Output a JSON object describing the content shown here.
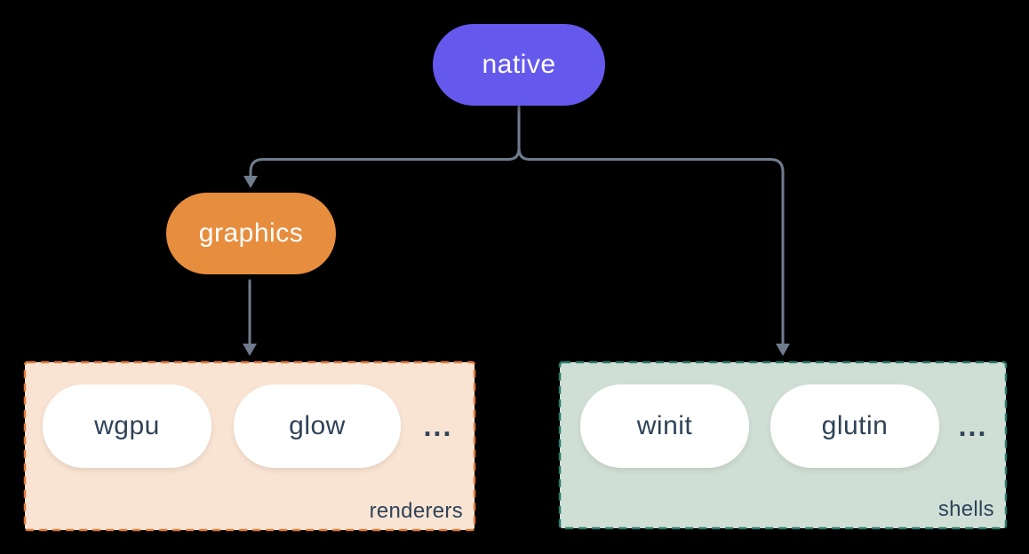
{
  "colors": {
    "background": "#000000",
    "connector_line": "#6f7c8d",
    "native_fill": "#6459ec",
    "graphics_fill": "#e78d3e",
    "pill_text_light": "#ffffff",
    "pill_text_dark": "#2f4358",
    "renderers_fill": "#f9e4d4",
    "renderers_border": "#e07b3a",
    "shells_fill": "#cfdfd6",
    "shells_border": "#2b7c6c"
  },
  "nodes": {
    "native": {
      "label": "native"
    },
    "graphics": {
      "label": "graphics"
    }
  },
  "groups": {
    "renderers": {
      "label": "renderers",
      "items": [
        "wgpu",
        "glow"
      ],
      "ellipsis": "..."
    },
    "shells": {
      "label": "shells",
      "items": [
        "winit",
        "glutin"
      ],
      "ellipsis": "..."
    }
  }
}
